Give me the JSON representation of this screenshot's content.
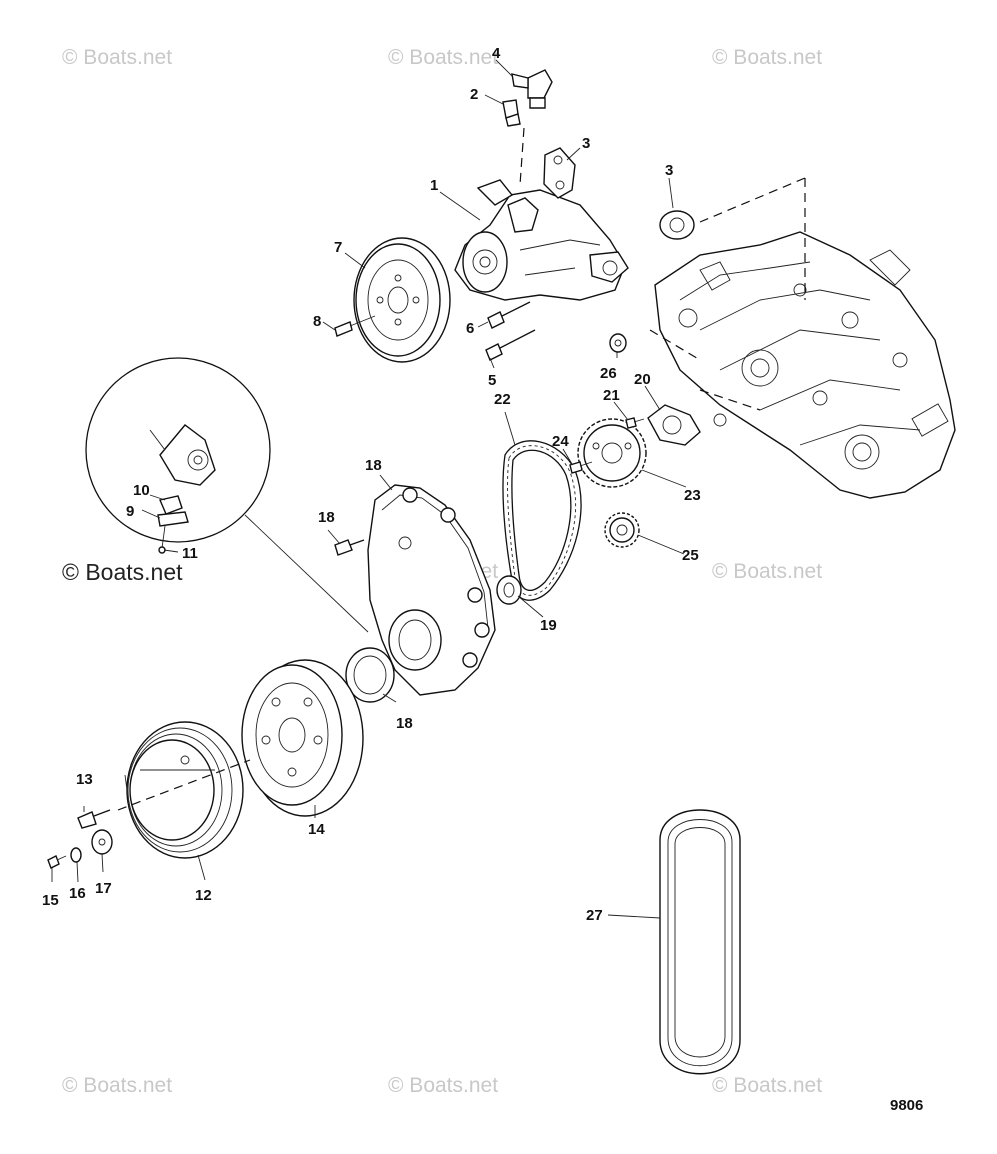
{
  "watermark": "© Boats.net",
  "reference_number": "9806",
  "callouts": {
    "c1": "1",
    "c2": "2",
    "c3a": "3",
    "c3b": "3",
    "c4": "4",
    "c5": "5",
    "c6": "6",
    "c7": "7",
    "c8": "8",
    "c9": "9",
    "c10": "10",
    "c11": "11",
    "c12": "12",
    "c13": "13",
    "c14": "14",
    "c15": "15",
    "c16": "16",
    "c17": "17",
    "c18a": "18",
    "c18b": "18",
    "c18c": "18",
    "c19": "19",
    "c20": "20",
    "c21": "21",
    "c22": "22",
    "c23": "23",
    "c24": "24",
    "c25": "25",
    "c26": "26",
    "c27": "27"
  }
}
